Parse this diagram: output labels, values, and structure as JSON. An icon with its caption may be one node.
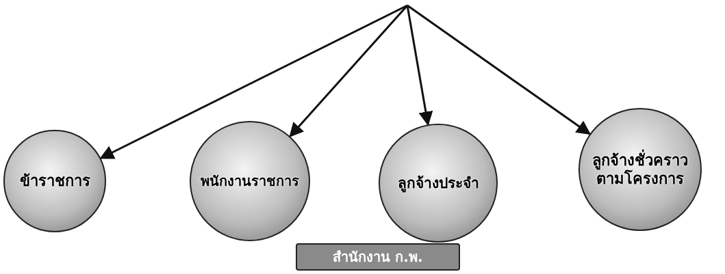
{
  "diagram": {
    "nodes": [
      {
        "text": [
          "ข้าราชการ"
        ]
      },
      {
        "text": [
          "พนักงานราชการ"
        ]
      },
      {
        "text": [
          "ลูกจ้างประจำ"
        ]
      },
      {
        "text": [
          "ลูกจ้างชั่วคราวตามโครงการ"
        ]
      },
      {
        "text": [
          "สำนักงาน ก.พ."
        ]
      }
    ],
    "edges": [
      {
        "from": null,
        "to": 0,
        "arrow": "to"
      },
      {
        "from": null,
        "to": 1,
        "arrow": "to"
      },
      {
        "from": null,
        "to": 2,
        "arrow": "to"
      },
      {
        "from": null,
        "to": 3,
        "arrow": "to"
      }
    ]
  }
}
